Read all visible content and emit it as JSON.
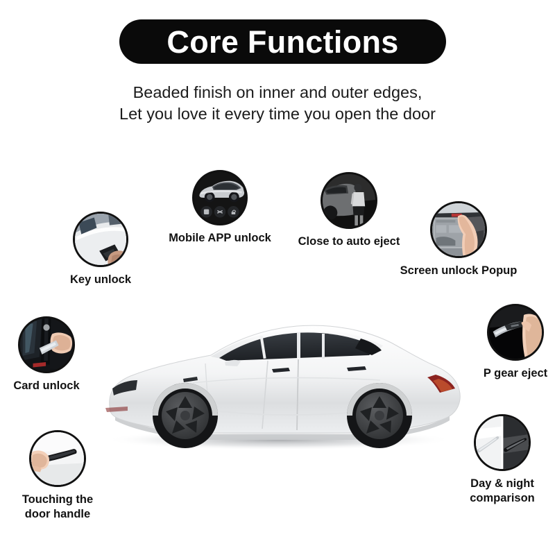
{
  "header": {
    "title": "Core Functions",
    "title_pill_color": "#0a0a0a",
    "title_text_color": "#ffffff",
    "subtitle_line1": "Beaded finish on inner and outer edges,",
    "subtitle_line2": "Let you love it every time you open the door",
    "subtitle_color": "#1b1b1b"
  },
  "hero": {
    "subject": "white Tesla Model 3 sedan, side profile facing left",
    "body_color": "#f2f3f4",
    "wheel_color": "#3b3b3d",
    "glass_color": "#2a2d31"
  },
  "features": [
    {
      "id": "key-unlock",
      "label": "Key unlock",
      "image_alt": "hand holding key fob next to white car door",
      "label_lines": [
        "Key unlock"
      ]
    },
    {
      "id": "mobile-app-unlock",
      "label": "Mobile APP unlock",
      "image_alt": "phone app screen with silver Tesla and three control buttons",
      "label_lines": [
        "Mobile APP unlock"
      ]
    },
    {
      "id": "close-to-auto-eject",
      "label": "Close to auto eject",
      "image_alt": "person walking up to a car at night",
      "label_lines": [
        "Close to auto eject"
      ]
    },
    {
      "id": "screen-unlock-popup",
      "label": "Screen unlock Popup",
      "image_alt": "finger tapping car centre touchscreen",
      "label_lines": [
        "Screen unlock Popup"
      ]
    },
    {
      "id": "card-unlock",
      "label": "Card unlock",
      "image_alt": "hand holding key card against car B-pillar",
      "label_lines": [
        "Card unlock"
      ]
    },
    {
      "id": "p-gear-eject",
      "label": "P gear eject",
      "image_alt": "hand on deployed door handle of black car",
      "label_lines": [
        "P gear eject"
      ]
    },
    {
      "id": "touching-the-door-handle",
      "label": "Touching the door handle",
      "image_alt": "hand touching black door handle on white car",
      "label_lines": [
        "Touching the",
        "door handle"
      ]
    },
    {
      "id": "day-night-comparison",
      "label": "Day & night comparison",
      "image_alt": "split circle comparing handle in daylight and at night",
      "label_lines": [
        "Day & night",
        "comparison"
      ]
    }
  ]
}
